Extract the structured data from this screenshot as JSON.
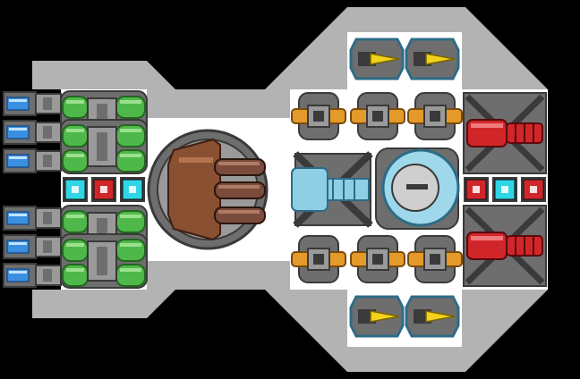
{
  "ship": {
    "colors": {
      "background": "#000000",
      "hull": "#b3b3b3",
      "deck": "#ffffff",
      "frame_dark": "#3a3a3a",
      "frame_mid": "#6e6e6e",
      "frame_light": "#9a9a9a",
      "cyan": "#2fd6e6",
      "blue": "#3b8fe0",
      "green": "#4fb84a",
      "red": "#d0262a",
      "orange": "#e39a2a",
      "yellow": "#f2d21a",
      "brown": "#8a5032",
      "ice": "#8fcfe6"
    },
    "module_groups": [
      {
        "name": "thruster-blue",
        "icon": "blue-thruster-icon",
        "count": 6
      },
      {
        "name": "fuel-tank-green",
        "icon": "green-fuel-tank-icon",
        "count": 4
      },
      {
        "name": "power-node-cyan",
        "icon": "cyan-power-node-icon",
        "count": 3
      },
      {
        "name": "power-node-red",
        "icon": "red-power-node-icon",
        "count": 3
      },
      {
        "name": "cannon-triple-brown",
        "icon": "triple-cannon-icon",
        "count": 1
      },
      {
        "name": "laser-turret-ice",
        "icon": "ice-laser-turret-icon",
        "count": 1
      },
      {
        "name": "shield-dome",
        "icon": "shield-dome-icon",
        "count": 1
      },
      {
        "name": "gun-orange",
        "icon": "orange-gun-icon",
        "count": 6
      },
      {
        "name": "missile-yellow",
        "icon": "yellow-missile-icon",
        "count": 4
      },
      {
        "name": "heavy-blaster-red",
        "icon": "red-heavy-blaster-icon",
        "count": 2
      }
    ]
  }
}
